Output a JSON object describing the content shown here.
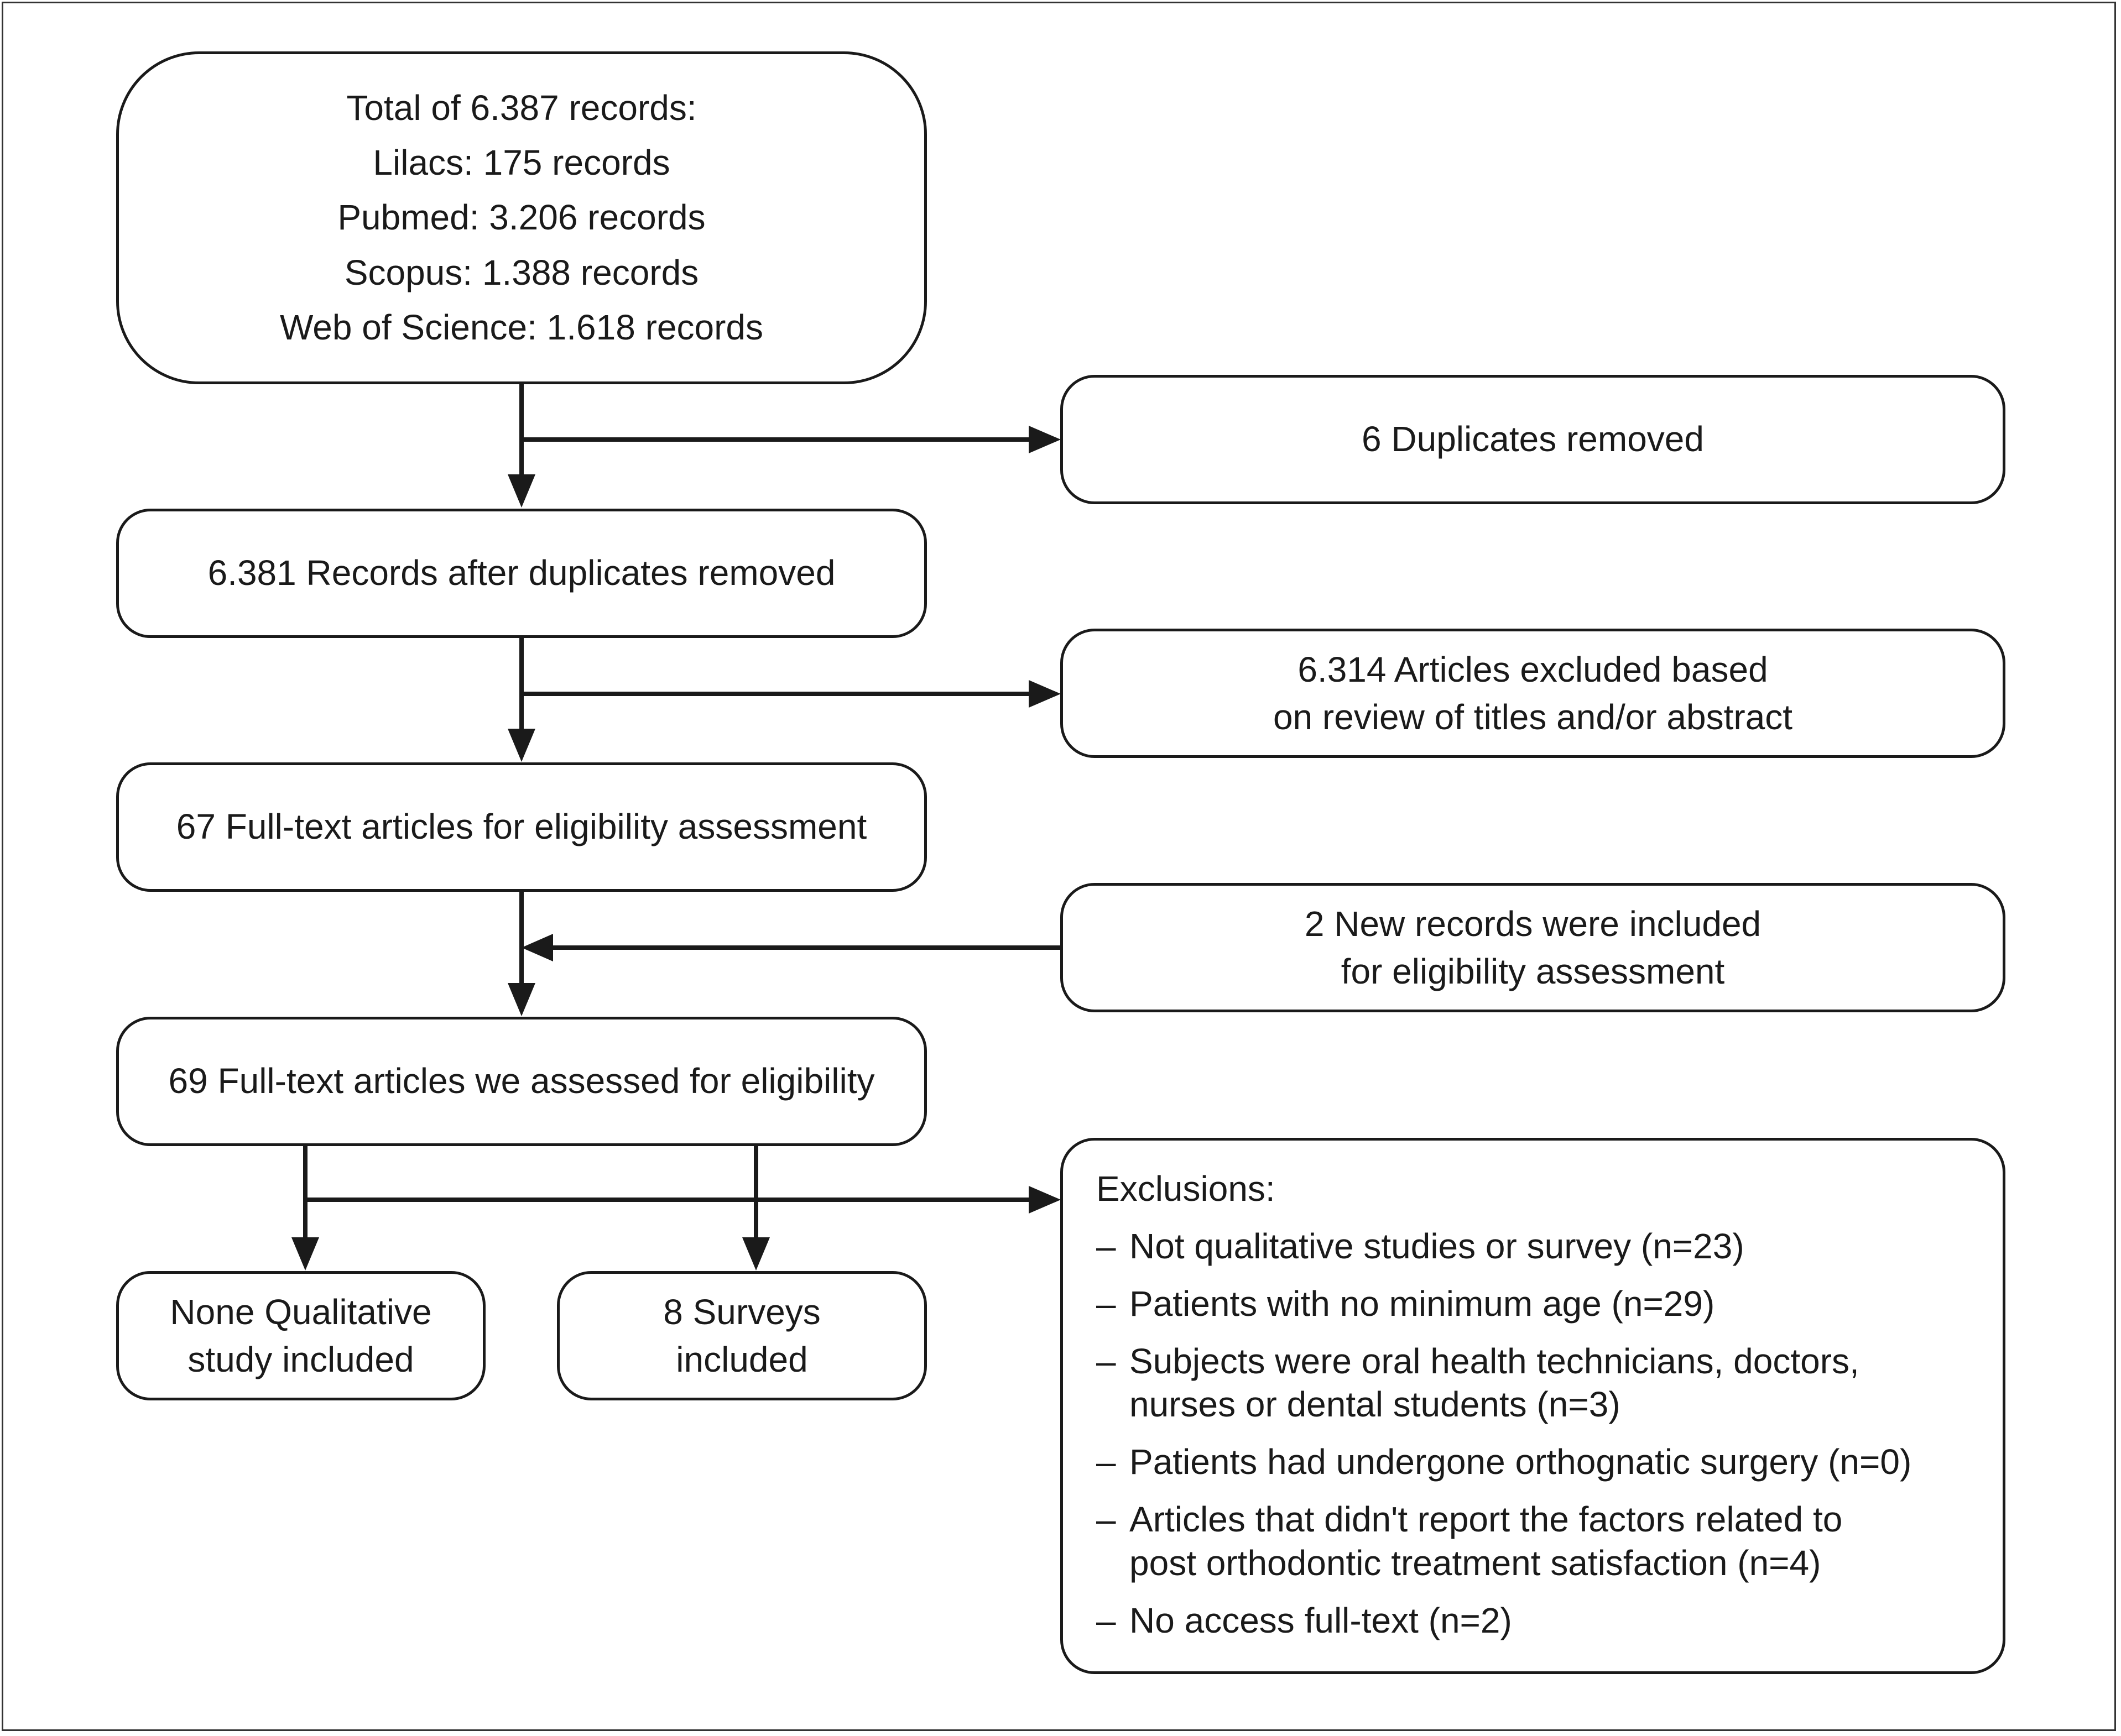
{
  "identification": {
    "title": "Total of 6.387 records:",
    "sources": [
      "Lilacs: 175 records",
      "Pubmed: 3.206 records",
      "Scopus: 1.388 records",
      "Web of Science: 1.618 records"
    ]
  },
  "duplicates_removed": "6 Duplicates removed",
  "after_duplicates": "6.381 Records after duplicates removed",
  "excluded_titles": {
    "line1": "6.314 Articles excluded based",
    "line2": "on review of titles and/or abstract"
  },
  "full_text": "67 Full-text articles for eligibility assessment",
  "new_records": {
    "line1": "2 New records were included",
    "line2": "for eligibility assessment"
  },
  "assessed": "69 Full-text articles we assessed for eligibility",
  "qualitative": {
    "line1": "None Qualitative",
    "line2": "study included"
  },
  "surveys": {
    "line1": "8 Surveys",
    "line2": "included"
  },
  "exclusions": {
    "title": "Exclusions:",
    "dash": "–",
    "items": [
      {
        "line1": "Not qualitative studies or survey (n=23)",
        "line2": ""
      },
      {
        "line1": "Patients with no minimum age (n=29)",
        "line2": ""
      },
      {
        "line1": "Subjects were oral health technicians, doctors,",
        "line2": "nurses or dental students (n=3)"
      },
      {
        "line1": "Patients had undergone orthognatic surgery (n=0)",
        "line2": ""
      },
      {
        "line1": "Articles that didn't report the factors related to",
        "line2": "post orthodontic treatment satisfaction (n=4)"
      },
      {
        "line1": "No access full-text (n=2)",
        "line2": ""
      }
    ]
  }
}
